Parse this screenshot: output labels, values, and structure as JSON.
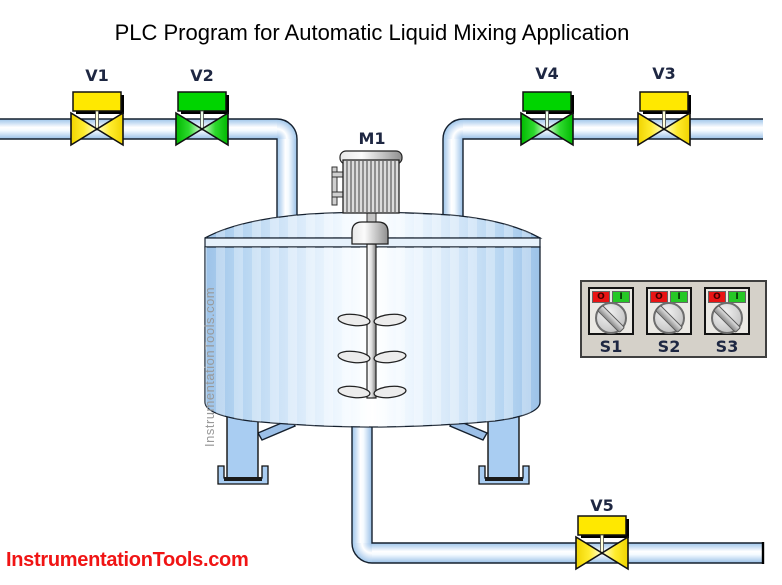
{
  "page": {
    "title": "PLC Program for Automatic Liquid Mixing Application"
  },
  "branding": {
    "watermark_text": "InstrumentationTools.com",
    "footer_text": "InstrumentationTools.com"
  },
  "motor": {
    "label": "M1"
  },
  "valves": [
    {
      "id": "V1",
      "label": "V1",
      "color": "#ffe800"
    },
    {
      "id": "V2",
      "label": "V2",
      "color": "#00d400"
    },
    {
      "id": "V3",
      "label": "V3",
      "color": "#ffe800"
    },
    {
      "id": "V4",
      "label": "V4",
      "color": "#00d400"
    },
    {
      "id": "V5",
      "label": "V5",
      "color": "#ffe800"
    }
  ],
  "switch_panel": {
    "switches": [
      {
        "label": "S1",
        "off_label": "O",
        "on_label": "I"
      },
      {
        "label": "S2",
        "off_label": "O",
        "on_label": "I"
      },
      {
        "label": "S3",
        "off_label": "O",
        "on_label": "I"
      }
    ]
  },
  "colors": {
    "pipe_edge": "#9ec6ea",
    "pipe_highlight": "#ffffff",
    "tank_edge": "#9cc2e8",
    "valve_yellow": "#ffe800",
    "valve_green": "#00d400",
    "indicator_off_red": "#e91414",
    "indicator_on_green": "#26c826",
    "panel_background": "#d5d1c9",
    "label_navy": "#1e2742",
    "footer_red": "#f01414",
    "watermark_gray": "#999999"
  }
}
